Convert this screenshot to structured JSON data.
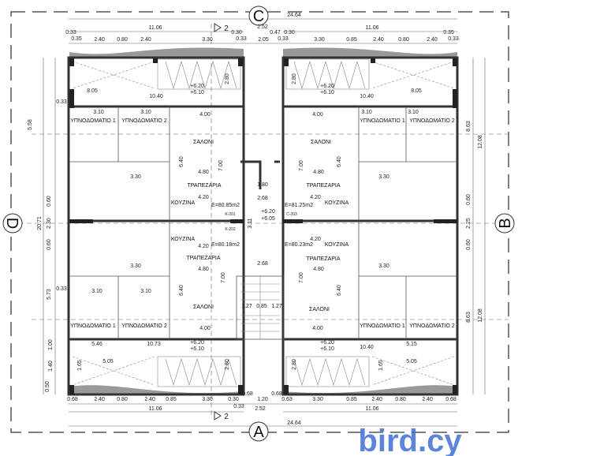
{
  "axes": {
    "top": "C",
    "bottom": "A",
    "left": "D",
    "right": "B"
  },
  "section_marker": "2",
  "watermark": "bird.cy",
  "rooms": {
    "bedroom1": "ΥΠΝΟΔΩΜΑΤΙΟ 1",
    "bedroom2": "ΥΠΝΟΔΩΜΑΤΙΟ 2",
    "living": "ΣΑΛΟΝΙ",
    "dining": "ΤΡΑΠΕΖΑΡΙΑ",
    "kitchen": "ΚΟΥΖΙΝΑ"
  },
  "areas": [
    "E=80.85m2",
    "E=81.25m2",
    "E=80.18m2",
    "E=80.23m2"
  ],
  "door_tags": [
    "K-201",
    "K-202",
    "C-203"
  ],
  "levels": {
    "top": "+6.20",
    "bottom": "+6.10",
    "core_top": "+6.20",
    "core_bottom": "+6.05"
  },
  "dims": {
    "total": "24.64",
    "half": "11.06",
    "core": "2.52",
    "top": [
      "0.33",
      "0.35",
      "2.40",
      "0.80",
      "2.40",
      "3.30",
      "0.30",
      "0.33",
      "2.05",
      "0.47",
      "0.30",
      "0.33",
      "3.30",
      "0.85",
      "2.40",
      "0.80",
      "2.40",
      "0.35",
      "0.33"
    ],
    "bottom": [
      "0.68",
      "2.40",
      "0.80",
      "2.40",
      "0.85",
      "3.30",
      "0.30",
      "0.68",
      "1.20",
      "0.68",
      "0.63",
      "0.33",
      "3.30",
      "0.85",
      "2.40",
      "0.80",
      "2.40",
      "0.68"
    ],
    "left": [
      "5.58",
      "20.71",
      "0.60",
      "2.30",
      "0.60",
      "5.73",
      "0.33",
      "1.00",
      "1.40",
      "0.50",
      "0.33"
    ],
    "right": [
      "8.63",
      "12.08",
      "0.60",
      "2.25",
      "0.60",
      "8.63",
      "12.08"
    ],
    "interior": [
      "4.00",
      "4.00",
      "3.10",
      "3.10",
      "3.10",
      "3.10",
      "4.80",
      "4.80",
      "4.20",
      "4.20",
      "4.20",
      "4.20",
      "4.80",
      "4.80",
      "4.00",
      "4.00",
      "3.10",
      "3.10",
      "3.30",
      "3.30",
      "3.30",
      "3.30",
      "2.68",
      "3.11",
      "1.80",
      "1.27",
      "0.85",
      "1.27",
      "2.68",
      "8.05",
      "10.40",
      "10.40",
      "8.05",
      "5.46",
      "10.73",
      "10.40",
      "5.15",
      "5.05",
      "5.05",
      "1.65",
      "1.65",
      "2.80",
      "2.80",
      "2.80",
      "2.80",
      "6.40",
      "7.00",
      "6.40",
      "7.00",
      "6.40",
      "7.00",
      "7.00",
      "6.40"
    ]
  }
}
